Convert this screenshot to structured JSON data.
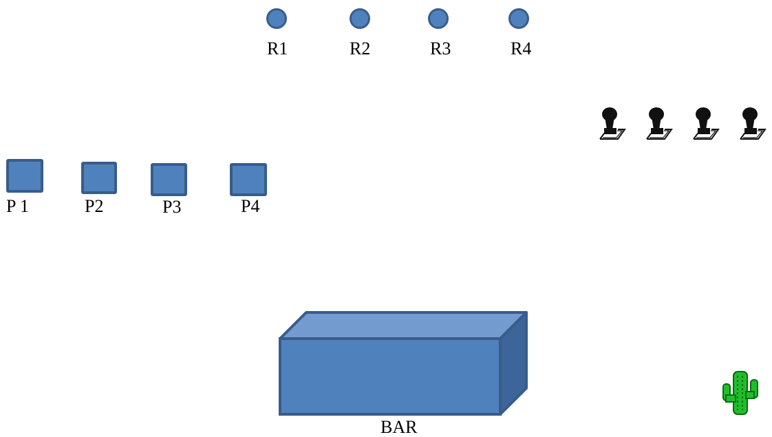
{
  "diagram": {
    "round_markers": [
      {
        "label": "R1"
      },
      {
        "label": "R2"
      },
      {
        "label": "R3"
      },
      {
        "label": "R4"
      }
    ],
    "square_markers": [
      {
        "label": "P 1"
      },
      {
        "label": "P2"
      },
      {
        "label": "P3"
      },
      {
        "label": "P4"
      }
    ],
    "bar": {
      "label": "BAR"
    },
    "stamp_icons": [
      "stamp-icon",
      "stamp-icon",
      "stamp-icon",
      "stamp-icon"
    ],
    "cactus_icon": "cactus-icon",
    "colors": {
      "shape_fill": "#4f81bd",
      "shape_border": "#385d8a",
      "bar_top": "#739bcf",
      "bar_side": "#3d6599",
      "stamp": "#111111",
      "cactus": "#1fbf2a"
    }
  }
}
